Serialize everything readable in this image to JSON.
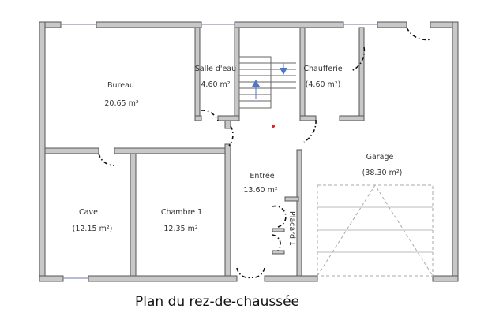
{
  "title": "Plan du rez-de-chaussée",
  "rooms": [
    {
      "name": "Bureau",
      "area": "20.65 m²"
    },
    {
      "name": "Salle d'eau",
      "area": "4.60 m²"
    },
    {
      "name": "Chaufferie",
      "area": "(4.60 m²)"
    },
    {
      "name": "Garage",
      "area": "(38.30 m²)"
    },
    {
      "name": "Entrée",
      "area": "13.60 m²"
    },
    {
      "name": "Cave",
      "area": "(12.15 m²)"
    },
    {
      "name": "Chambre 1",
      "area": "12.35 m²"
    },
    {
      "name": "Placard 1"
    }
  ],
  "colors": {
    "wall": "#c8c8c8",
    "window": "#8a93c0",
    "stair_arrow": "#4a78c8",
    "marker": "#e02020"
  }
}
